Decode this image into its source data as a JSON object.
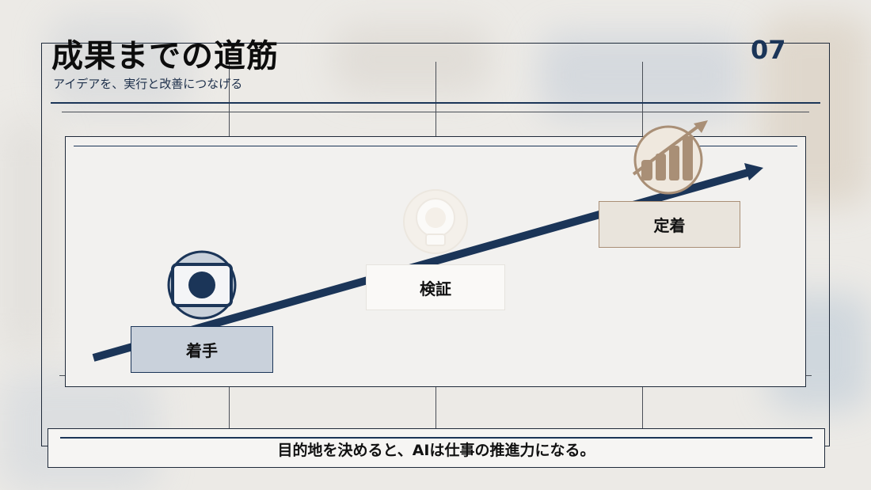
{
  "header": {
    "title": "成果までの道筋",
    "subtitle": "アイデアを、実行と改善につなげる",
    "page_number": "07"
  },
  "steps": [
    {
      "label": "着手",
      "icon": "circle-dot-icon"
    },
    {
      "label": "検証",
      "icon": "lightbulb-icon"
    },
    {
      "label": "定着",
      "icon": "growth-chart-icon"
    }
  ],
  "footer": {
    "message": "目的地を決めると、AIは仕事の推進力になる。"
  },
  "colors": {
    "navy": "#1b3558",
    "step1_fill": "#c9d1db",
    "step3_fill": "#e9e4dc",
    "brown": "#a98f76"
  }
}
